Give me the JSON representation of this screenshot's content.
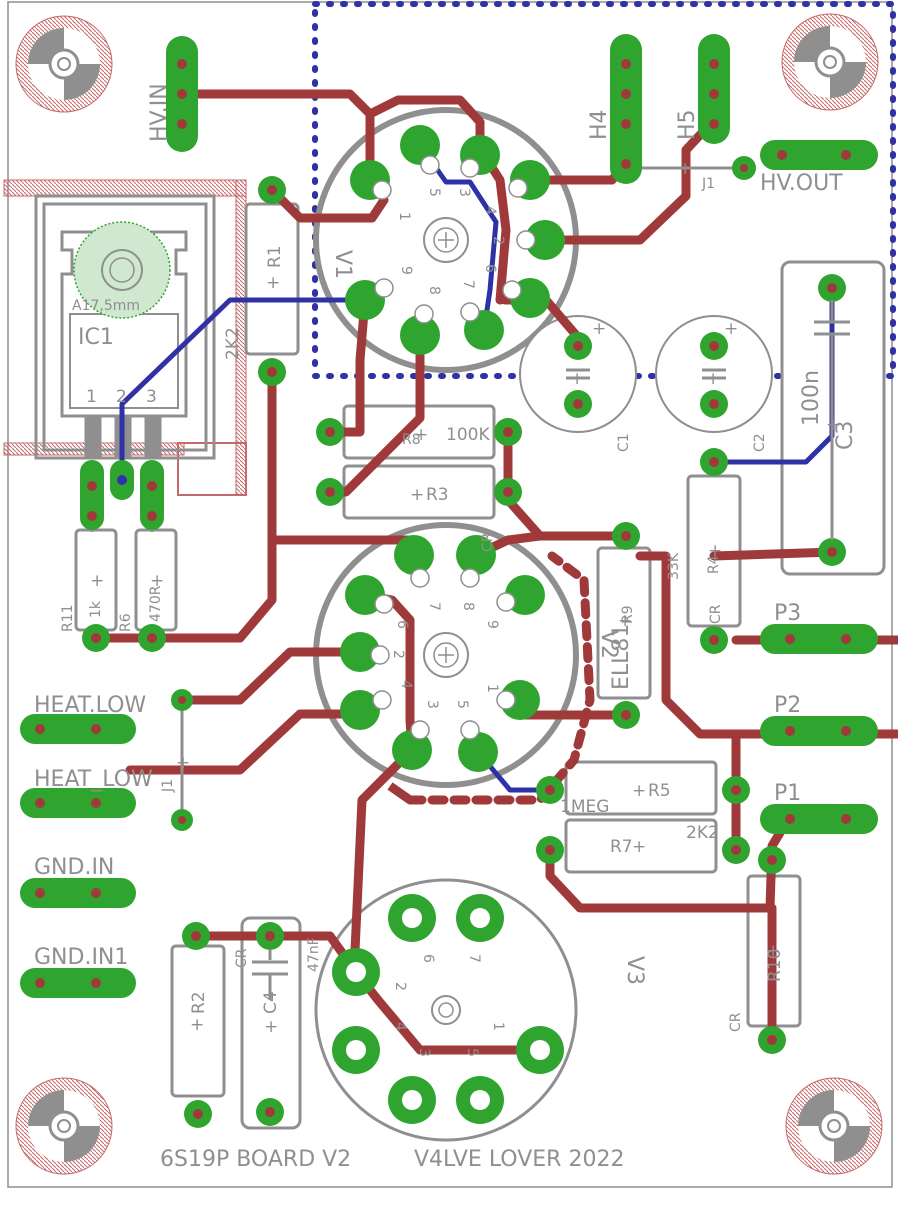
{
  "colors": {
    "background": "#ffffff",
    "silkscreen": "#8f8f8f",
    "top_copper": "#a03a3a",
    "bottom_copper": "#2f32a6",
    "pad": "#2fa52f",
    "drill": "#a03a3a",
    "keepout_dots": "#2f32a6",
    "hatch": "#c46a6a"
  },
  "board": {
    "title": "6S19P BOARD V2",
    "credit": "V4LVE LOVER 2022"
  },
  "connectors": {
    "hv_in": "HV.IN",
    "h4": "H4",
    "h5": "H5",
    "j1": "J1",
    "hv_out": "HV.OUT",
    "p1": "P1",
    "p2": "P2",
    "p3": "P3",
    "heat_low_1": "HEAT.LOW",
    "heat_low_2": "HEAT_LOW",
    "gnd_in": "GND.IN",
    "gnd_in1": "GND.IN1"
  },
  "tubes": {
    "v1": {
      "name": "V1",
      "pins": [
        "1",
        "2",
        "3",
        "4",
        "5",
        "6",
        "7",
        "8",
        "9"
      ]
    },
    "v2": {
      "name": "V2",
      "type": "ELL81",
      "pins": [
        "1",
        "2",
        "3",
        "4",
        "5",
        "6",
        "7",
        "8",
        "9"
      ]
    },
    "v3": {
      "name": "V3",
      "pins": [
        "1",
        "2",
        "3",
        "4",
        "5",
        "6",
        "7"
      ]
    }
  },
  "ic1": {
    "name": "IC1",
    "heatsink": "A17,5mm",
    "pins": [
      "1",
      "2",
      "3"
    ]
  },
  "components": {
    "r1": {
      "name": "R1",
      "value": "2K2"
    },
    "r2": {
      "name": "R2"
    },
    "r3": {
      "name": "R3"
    },
    "r4": {
      "name": "R4",
      "value": "33K",
      "extra": "CR"
    },
    "r5": {
      "name": "R5",
      "value": "1MEG"
    },
    "r6": {
      "name": "R6",
      "value": "470R"
    },
    "r7": {
      "name": "R7",
      "value": "2K2"
    },
    "r8": {
      "name": "R8",
      "value": "100K"
    },
    "r9": {
      "name": "R9",
      "extra": "CR"
    },
    "r10": {
      "name": "R10",
      "extra": "CR"
    },
    "r11": {
      "name": "R11",
      "value": "1k"
    },
    "c1": {
      "name": "C1"
    },
    "c2": {
      "name": "C2"
    },
    "c3": {
      "name": "C3",
      "value": "100n"
    },
    "c4": {
      "name": "C4",
      "value": "47nF",
      "extra": "CR"
    },
    "l1": {
      "name": "J1"
    }
  },
  "symbols": {
    "plus": "+"
  }
}
